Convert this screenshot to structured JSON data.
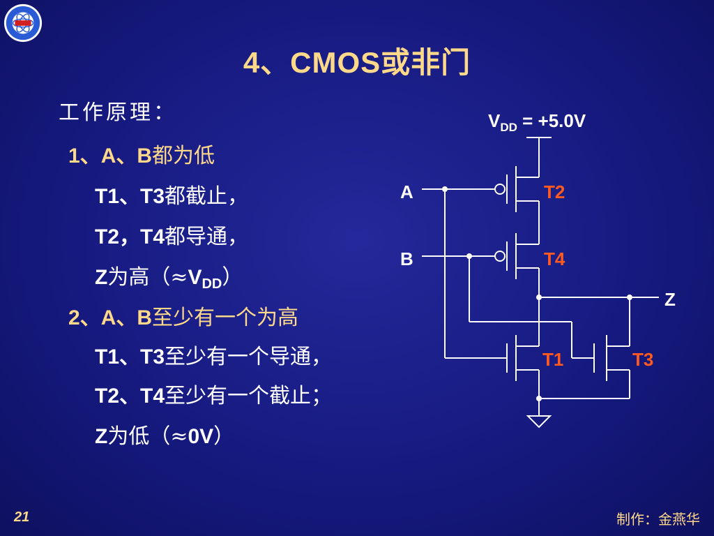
{
  "slide": {
    "title": "4、CMOS或非门",
    "page_number": "21",
    "author": "制作：金燕华"
  },
  "body": {
    "heading": "工作原理：",
    "case1": {
      "num": "1、",
      "ab": "A、B",
      "desc": "都为低",
      "l1_t": "T1、T3",
      "l1_d": "都截止，",
      "l2_t": "T2，T4",
      "l2_d": "都导通，",
      "l3_z": "Z",
      "l3_d": "为高（≈",
      "l3_v": "V",
      "l3_sub": "DD",
      "l3_end": "）"
    },
    "case2": {
      "num": "2、",
      "ab": "A、B",
      "desc": "至少有一个为高",
      "l1_t": "T1、T3",
      "l1_d": "至少有一个导通，",
      "l2_t": "T2、T4",
      "l2_d": "至少有一个截止；",
      "l3_z": "Z",
      "l3_d": "为低（≈",
      "l3_v": "0V",
      "l3_end": "）"
    }
  },
  "circuit": {
    "vdd_v": "V",
    "vdd_sub": "DD",
    "vdd_value": " = +5.0V",
    "input_a": "A",
    "input_b": "B",
    "output_z": "Z",
    "t1": "T1",
    "t2": "T2",
    "t3": "T3",
    "t4": "T4",
    "colors": {
      "wire": "#ffffff",
      "transistor_label": "#ff5a1f",
      "title": "#ffd98a"
    }
  }
}
